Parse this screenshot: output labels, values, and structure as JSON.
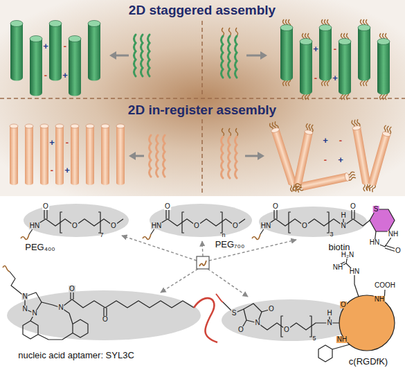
{
  "diagram": {
    "labels": [
      "2D staggered assembly",
      "2D in-register assembly",
      "+",
      "-",
      "-",
      "+",
      "+",
      "-",
      "-",
      "+",
      "+",
      "-",
      "-",
      "+",
      "+",
      "-",
      "-",
      "+",
      "PEG₄₀₀",
      "PEG₇₀₀",
      "biotin",
      "nucleic acid aptamer: SYL3C",
      "c(RGDfK)",
      "O",
      "HN",
      "O",
      "7",
      "O",
      "O",
      "HN",
      "O",
      "n",
      "O",
      "O",
      "HN",
      "O",
      "3",
      "H",
      "N",
      "O",
      "S",
      "HN",
      "NH",
      "O",
      "N",
      "N",
      "N",
      "N",
      "O",
      "O",
      "S",
      "O",
      "N",
      "O",
      "O",
      "5",
      "H",
      "N",
      "HN",
      "NH",
      "H₂N",
      "O",
      "NH",
      "NH",
      "COOH"
    ]
  }
}
